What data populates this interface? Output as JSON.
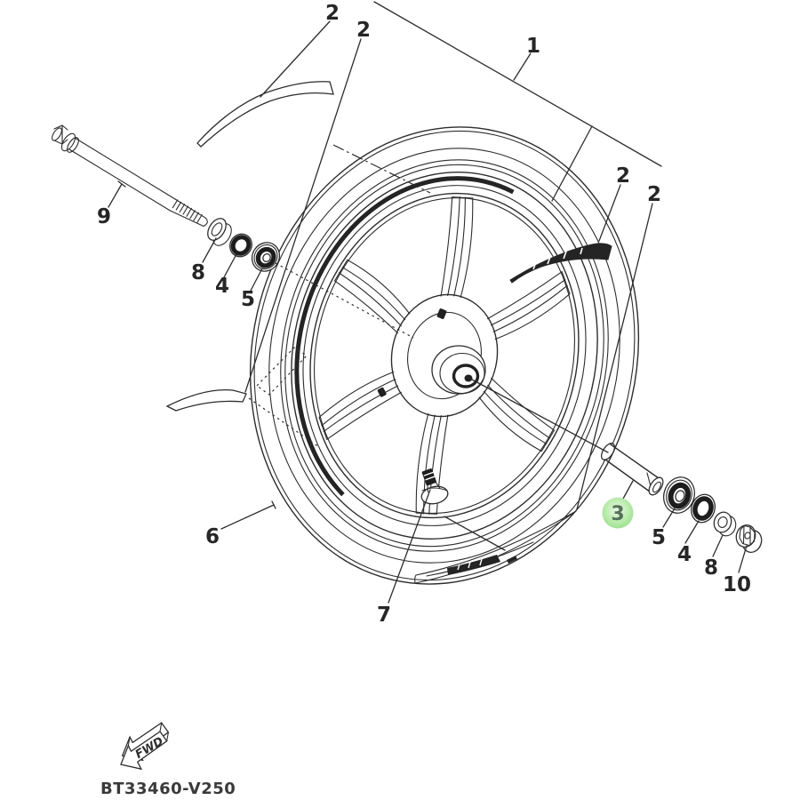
{
  "part_code": "BT33460-V250",
  "fwd_label": "FWD",
  "highlight": {
    "color": "#b7eba9",
    "ref": "3"
  },
  "callouts": [
    {
      "ref": "2"
    },
    {
      "ref": "2"
    },
    {
      "ref": "1"
    },
    {
      "ref": "2"
    },
    {
      "ref": "2"
    },
    {
      "ref": "9"
    },
    {
      "ref": "8"
    },
    {
      "ref": "4"
    },
    {
      "ref": "5"
    },
    {
      "ref": "6"
    },
    {
      "ref": "7"
    },
    {
      "ref": "3"
    },
    {
      "ref": "5"
    },
    {
      "ref": "4"
    },
    {
      "ref": "8"
    },
    {
      "ref": "10"
    }
  ]
}
